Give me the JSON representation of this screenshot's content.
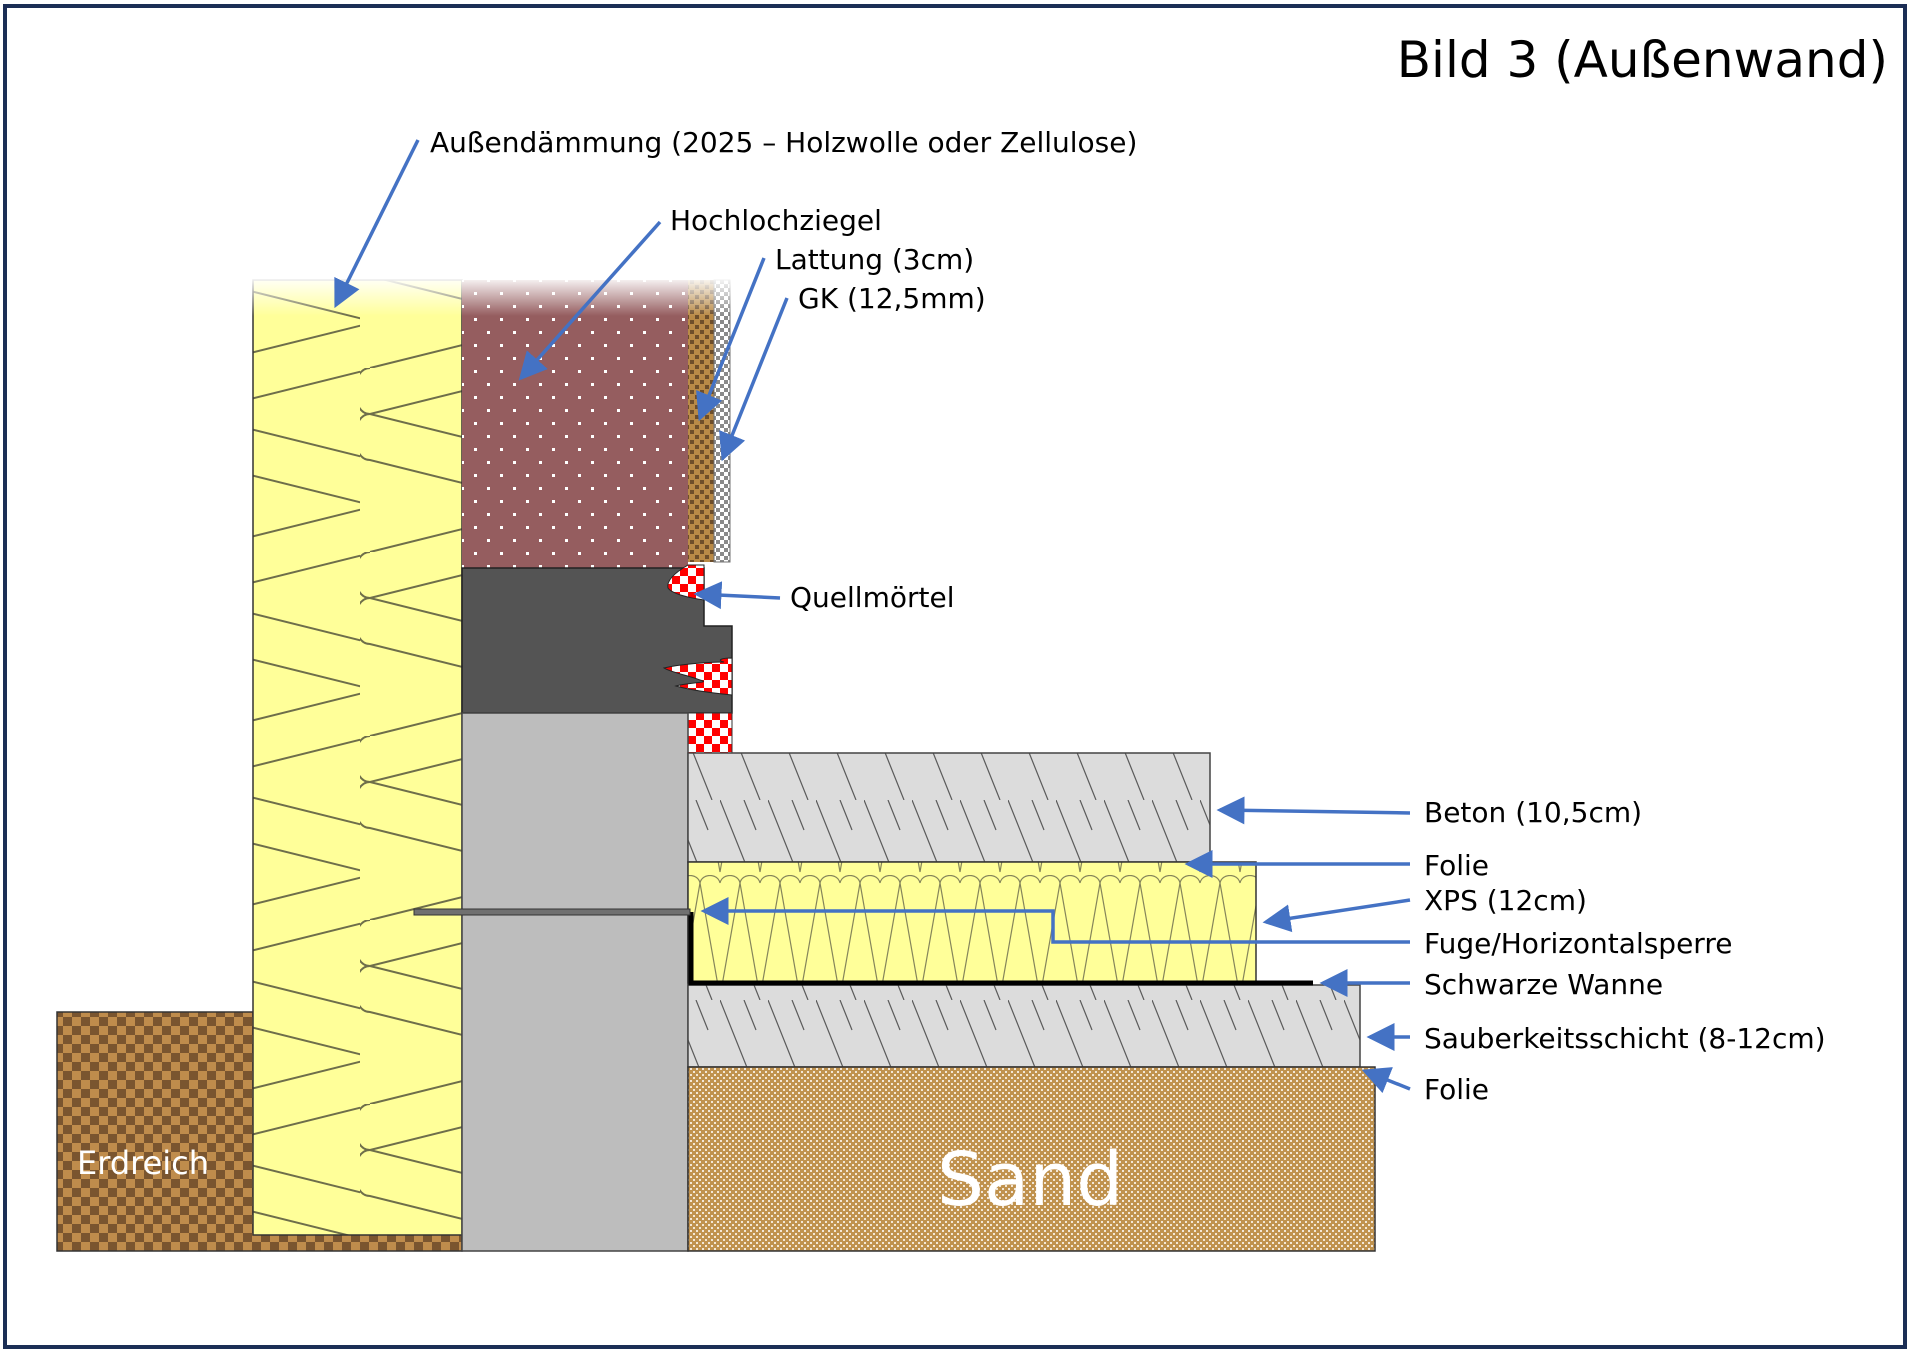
{
  "title": "Bild 3 (Außenwand)",
  "colors": {
    "frame": "#1b2e55",
    "arrow": "#4472c4",
    "insulation": "#ffff99",
    "brick": "#955d5f",
    "lattung": "#b98a47",
    "concrete_dark": "#545454",
    "concrete_wall": "#bdbdbd",
    "beton": "#dcdcdc",
    "sand": "#c0924e",
    "erdreich_light": "#bf8c4c",
    "erdreich_dark": "#7a552f",
    "quellmoertel": "#ff0000"
  },
  "labels": {
    "aussendaemmung": "Außendämmung (2025 – Holzwolle oder Zellulose)",
    "hochlochziegel": "Hochlochziegel",
    "lattung": "Lattung (3cm)",
    "gk": "GK (12,5mm)",
    "quellmoertel": "Quellmörtel",
    "beton": "Beton (10,5cm)",
    "folie_top": "Folie",
    "xps": "XPS (12cm)",
    "fuge": "Fuge/Horizontalsperre",
    "schwarze_wanne": "Schwarze Wanne",
    "sauberkeitsschicht": "Sauberkeitsschicht (8-12cm)",
    "folie_bottom": "Folie",
    "erdreich": "Erdreich",
    "sand": "Sand"
  }
}
